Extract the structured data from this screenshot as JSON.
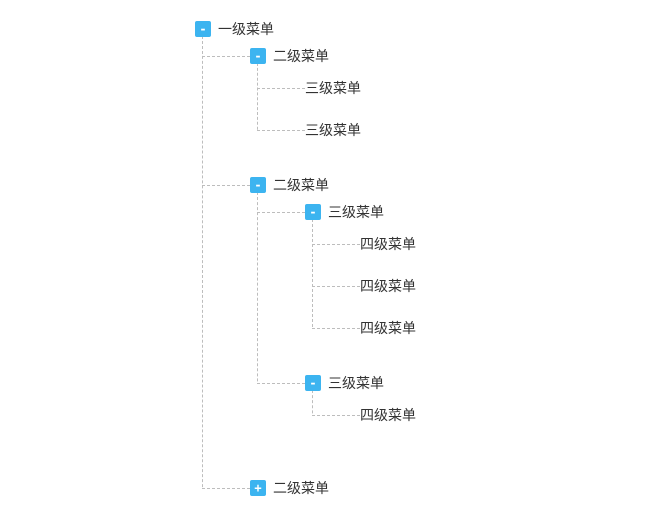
{
  "tree": {
    "root": {
      "label": "一级菜单",
      "toggle": "-",
      "state": "expanded",
      "children": [
        {
          "label": "二级菜单",
          "toggle": "-",
          "state": "expanded",
          "children": [
            {
              "label": "三级菜单",
              "state": "leaf"
            },
            {
              "label": "三级菜单",
              "state": "leaf"
            }
          ]
        },
        {
          "label": "二级菜单",
          "toggle": "-",
          "state": "expanded",
          "children": [
            {
              "label": "三级菜单",
              "toggle": "-",
              "state": "expanded",
              "children": [
                {
                  "label": "四级菜单",
                  "state": "leaf"
                },
                {
                  "label": "四级菜单",
                  "state": "leaf"
                },
                {
                  "label": "四级菜单",
                  "state": "leaf"
                }
              ]
            },
            {
              "label": "三级菜单",
              "toggle": "-",
              "state": "expanded",
              "children": [
                {
                  "label": "四级菜单",
                  "state": "leaf"
                }
              ]
            }
          ]
        },
        {
          "label": "二级菜单",
          "toggle": "+",
          "state": "collapsed",
          "children": []
        }
      ]
    }
  },
  "colors": {
    "toggle_bg": "#3cb4f0",
    "connector": "#bdbdbd",
    "text": "#333333"
  }
}
